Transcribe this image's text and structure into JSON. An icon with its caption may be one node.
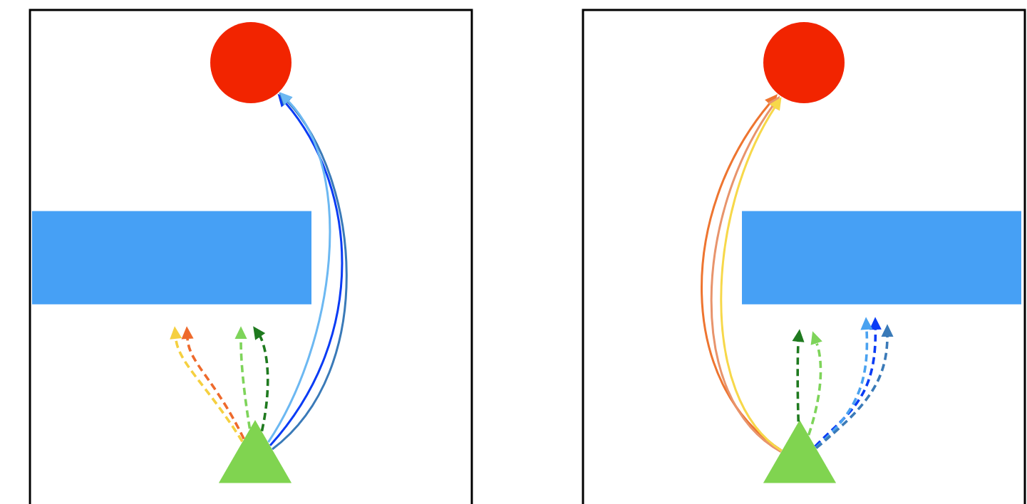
{
  "diagram": {
    "nodes": [
      {
        "text": [],
        "shape": "box"
      },
      {
        "text": [],
        "shape": "circle",
        "in": 0
      },
      {
        "text": [],
        "shape": "bar",
        "in": 0
      },
      {
        "text": [],
        "shape": "triangle",
        "in": 0
      },
      {
        "text": [],
        "shape": "box"
      },
      {
        "text": [],
        "shape": "circle",
        "in": 4
      },
      {
        "text": [],
        "shape": "bar",
        "in": 4
      },
      {
        "text": [],
        "shape": "triangle",
        "in": 4
      }
    ],
    "edges": [
      {
        "from": 3,
        "to": 1,
        "arrow": "to",
        "color": "#0a3cf5"
      },
      {
        "from": 3,
        "to": 1,
        "arrow": "to",
        "color": "#3a7ab8"
      },
      {
        "from": 3,
        "to": 1,
        "arrow": "to",
        "color": "#6cb8f2"
      },
      {
        "from": 3,
        "to": null,
        "arrow": "to",
        "style": "dashed",
        "color": "#f5d040"
      },
      {
        "from": 3,
        "to": null,
        "arrow": "to",
        "style": "dashed",
        "color": "#ee6a2c"
      },
      {
        "from": 3,
        "to": null,
        "arrow": "to",
        "style": "dashed",
        "color": "#7ed45a"
      },
      {
        "from": 3,
        "to": null,
        "arrow": "to",
        "style": "dashed",
        "color": "#1f7a1f"
      },
      {
        "from": 7,
        "to": 5,
        "arrow": "to",
        "color": "#ee7530"
      },
      {
        "from": 7,
        "to": 5,
        "arrow": "to",
        "color": "#e8946c"
      },
      {
        "from": 7,
        "to": 5,
        "arrow": "to",
        "color": "#f7d84a"
      },
      {
        "from": 7,
        "to": null,
        "arrow": "to",
        "style": "dashed",
        "color": "#1f7a1f"
      },
      {
        "from": 7,
        "to": null,
        "arrow": "to",
        "style": "dashed",
        "color": "#7ed45a"
      },
      {
        "from": 7,
        "to": null,
        "arrow": "to",
        "style": "dashed",
        "color": "#0a3cf5"
      },
      {
        "from": 7,
        "to": null,
        "arrow": "to",
        "style": "dashed",
        "color": "#4aa2f0"
      },
      {
        "from": 7,
        "to": null,
        "arrow": "to",
        "style": "dashed",
        "color": "#3a7ab8"
      }
    ]
  }
}
